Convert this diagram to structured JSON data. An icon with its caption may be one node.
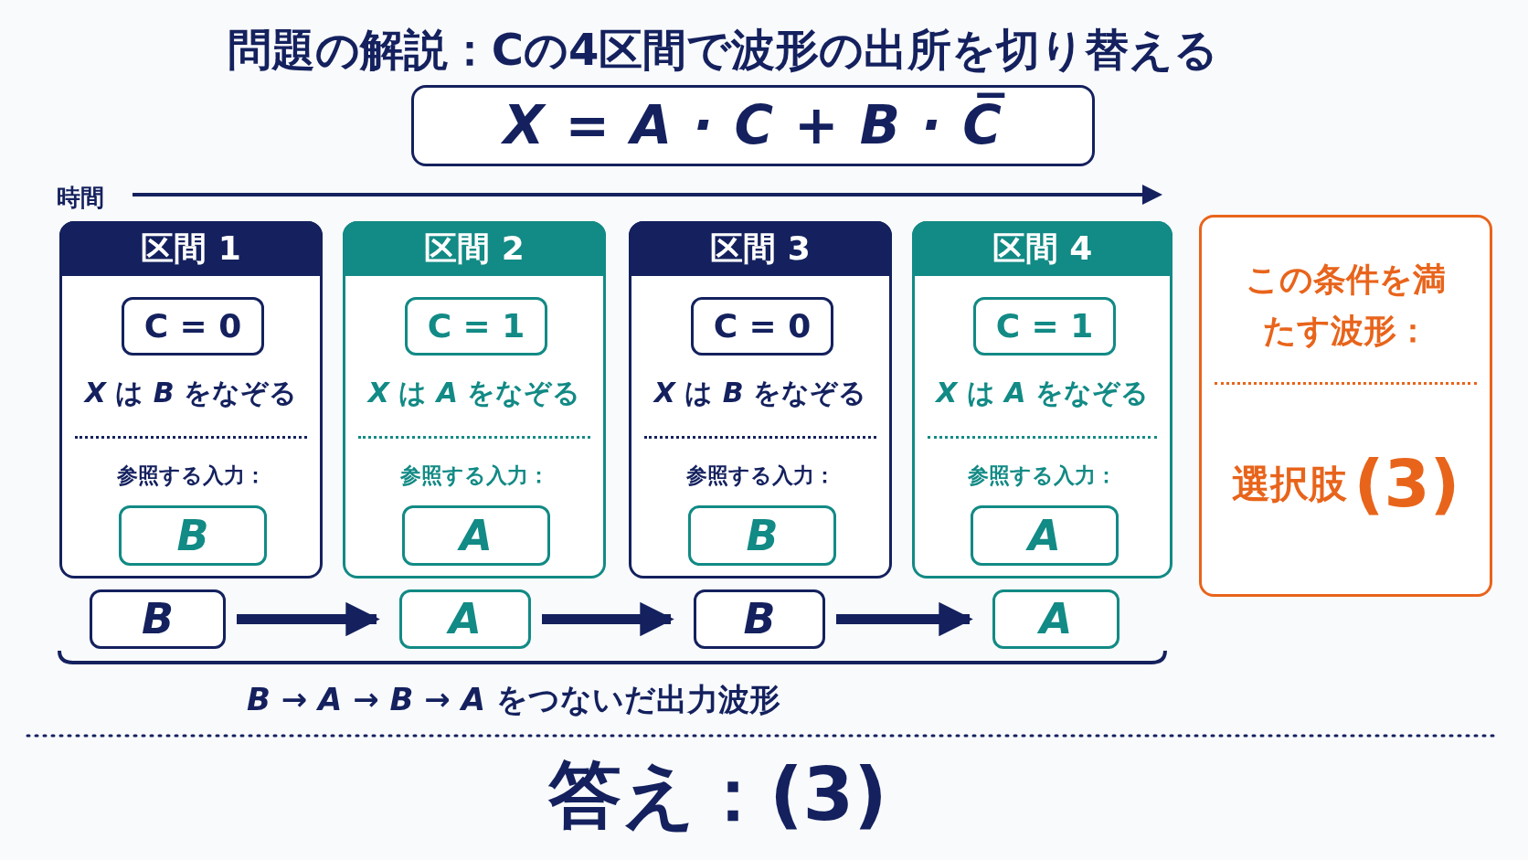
{
  "diagram": {
    "title": "問題の解説：Cの4区間で波形の出所を切り替える",
    "nodes": [
      {
        "text": [
          "X = A · C + B · C̅"
        ]
      },
      {
        "text": [
          "区間 1",
          "*X* は *B* をなぞる",
          "参照する入力："
        ]
      },
      {
        "text": [
          "C = 0"
        ],
        "in": 1
      },
      {
        "text": [
          "B"
        ],
        "in": 1
      },
      {
        "text": [
          "区間 2",
          "*X* は *A* をなぞる",
          "参照する入力："
        ]
      },
      {
        "text": [
          "C = 1"
        ],
        "in": 4
      },
      {
        "text": [
          "A"
        ],
        "in": 4
      },
      {
        "text": [
          "区間 3",
          "*X* は *B* をなぞる",
          "参照する入力："
        ]
      },
      {
        "text": [
          "C = 0"
        ],
        "in": 7
      },
      {
        "text": [
          "B"
        ],
        "in": 7
      },
      {
        "text": [
          "区間 4",
          "*X* は *A* をなぞる",
          "参照する入力："
        ]
      },
      {
        "text": [
          "C = 1"
        ],
        "in": 10
      },
      {
        "text": [
          "A"
        ],
        "in": 10
      },
      {
        "text": [
          "この条件を満たす波形：",
          "選択肢",
          "(3)"
        ]
      },
      {
        "text": [
          "B"
        ]
      },
      {
        "text": [
          "A"
        ]
      },
      {
        "text": [
          "B"
        ]
      },
      {
        "text": [
          "A"
        ]
      }
    ],
    "edges": [
      {
        "from": 14,
        "to": 15,
        "arrow": "to"
      },
      {
        "from": 15,
        "to": 16,
        "arrow": "to"
      },
      {
        "from": 16,
        "to": 17,
        "arrow": "to"
      }
    ],
    "labels": [
      "時間",
      "*B* → *A* → *B* → *A* をつないだ出力波形",
      "答え：(3)"
    ]
  }
}
